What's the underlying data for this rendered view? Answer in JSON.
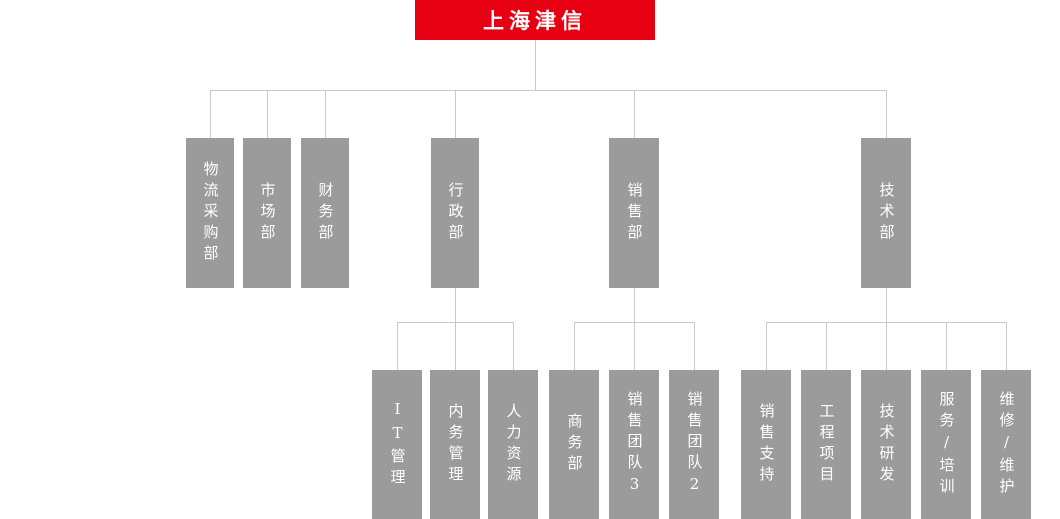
{
  "org_chart": {
    "root": {
      "label": "上海津信"
    },
    "departments": [
      {
        "label": "物流采购部"
      },
      {
        "label": "市场部"
      },
      {
        "label": "财务部"
      },
      {
        "label": "行政部"
      },
      {
        "label": "销售部"
      },
      {
        "label": "技术部"
      }
    ],
    "administration_children": [
      {
        "label": "IT管理"
      },
      {
        "label": "内务管理"
      },
      {
        "label": "人力资源"
      }
    ],
    "sales_children": [
      {
        "label": "商务部"
      },
      {
        "label": "销售团队3"
      },
      {
        "label": "销售团队2"
      }
    ],
    "technology_children": [
      {
        "label": "销售支持"
      },
      {
        "label": "工程项目"
      },
      {
        "label": "技术研发"
      },
      {
        "label": "服务/培训"
      },
      {
        "label": "维修/维护"
      }
    ],
    "colors": {
      "root_background": "#e60012",
      "node_background": "#9b9b9b",
      "node_text": "#ffffff",
      "connector": "#c9c9c9"
    }
  }
}
